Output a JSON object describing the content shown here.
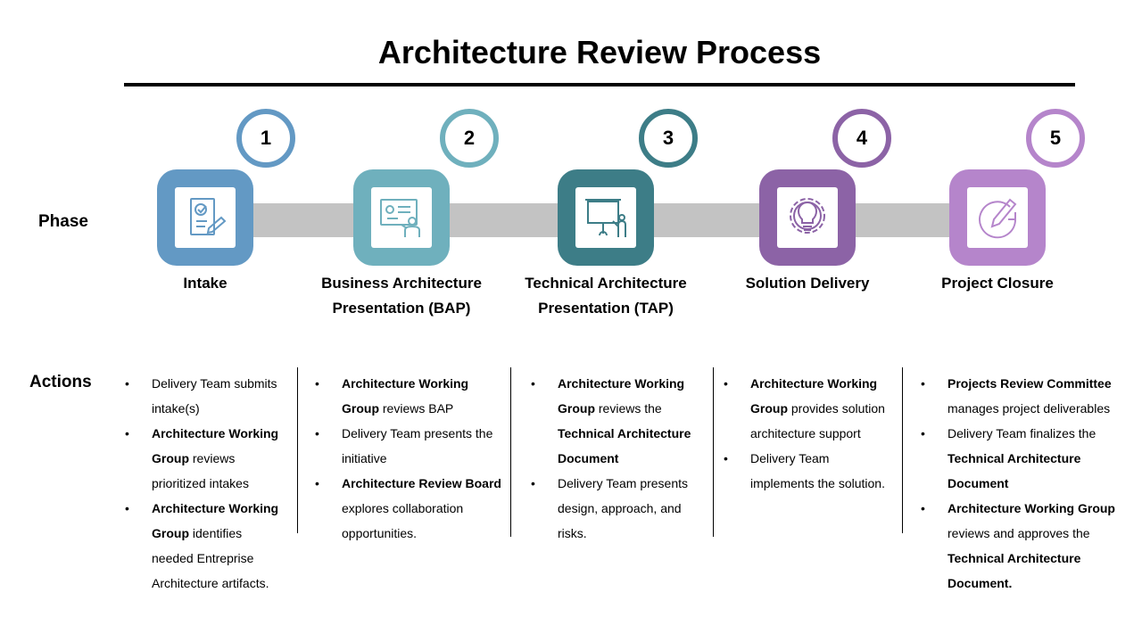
{
  "title": "Architecture Review Process",
  "row_labels": {
    "phase": "Phase",
    "actions": "Actions"
  },
  "colors": {
    "phase1": "#6399c4",
    "phase2": "#6fb0bd",
    "phase3": "#3d7d87",
    "phase4": "#8c63a6",
    "phase5": "#b585cb",
    "bar": "#c3c3c3"
  },
  "phases": [
    {
      "number": "1",
      "name": "Intake",
      "icon": "form-checklist-icon"
    },
    {
      "number": "2",
      "name": "Business Architecture\nPresentation (BAP)",
      "icon": "presenter-screen-icon"
    },
    {
      "number": "3",
      "name": "Technical Architecture\nPresentation (TAP)",
      "icon": "projector-presentation-icon"
    },
    {
      "number": "4",
      "name": "Solution Delivery",
      "icon": "lightbulb-gear-icon"
    },
    {
      "number": "5",
      "name": "Project Closure",
      "icon": "pencil-refresh-icon"
    }
  ],
  "actions": [
    [
      [
        {
          "t": "Delivery Team submits intake(s)"
        }
      ],
      [
        {
          "t": "Architecture Working Group",
          "b": true
        },
        {
          "t": " reviews prioritized intakes"
        }
      ],
      [
        {
          "t": "Architecture Working Group",
          "b": true
        },
        {
          "t": " identifies needed Entreprise Architecture artifacts."
        }
      ]
    ],
    [
      [
        {
          "t": "Architecture Working Group",
          "b": true
        },
        {
          "t": " reviews BAP"
        }
      ],
      [
        {
          "t": "Delivery Team presents the initiative"
        }
      ],
      [
        {
          "t": "Architecture Review Board",
          "b": true
        },
        {
          "t": " explores collaboration opportunities."
        }
      ]
    ],
    [
      [
        {
          "t": "Architecture Working Group",
          "b": true
        },
        {
          "t": " reviews the "
        },
        {
          "t": "Technical Architecture Document",
          "b": true
        }
      ],
      [
        {
          "t": "Delivery Team presents design,  approach, and risks."
        }
      ]
    ],
    [
      [
        {
          "t": "Architecture Working Group",
          "b": true
        },
        {
          "t": " provides solution architecture support"
        }
      ],
      [
        {
          "t": "Delivery Team implements the solution."
        }
      ]
    ],
    [
      [
        {
          "t": "Projects Review Committee",
          "b": true
        },
        {
          "t": " manages project deliverables"
        }
      ],
      [
        {
          "t": "Delivery Team finalizes the "
        },
        {
          "t": "Technical Architecture Document",
          "b": true
        }
      ],
      [
        {
          "t": "Architecture Working Group",
          "b": true
        },
        {
          "t": "  reviews and approves the "
        },
        {
          "t": "Technical Architecture Document.",
          "b": true
        }
      ]
    ]
  ]
}
